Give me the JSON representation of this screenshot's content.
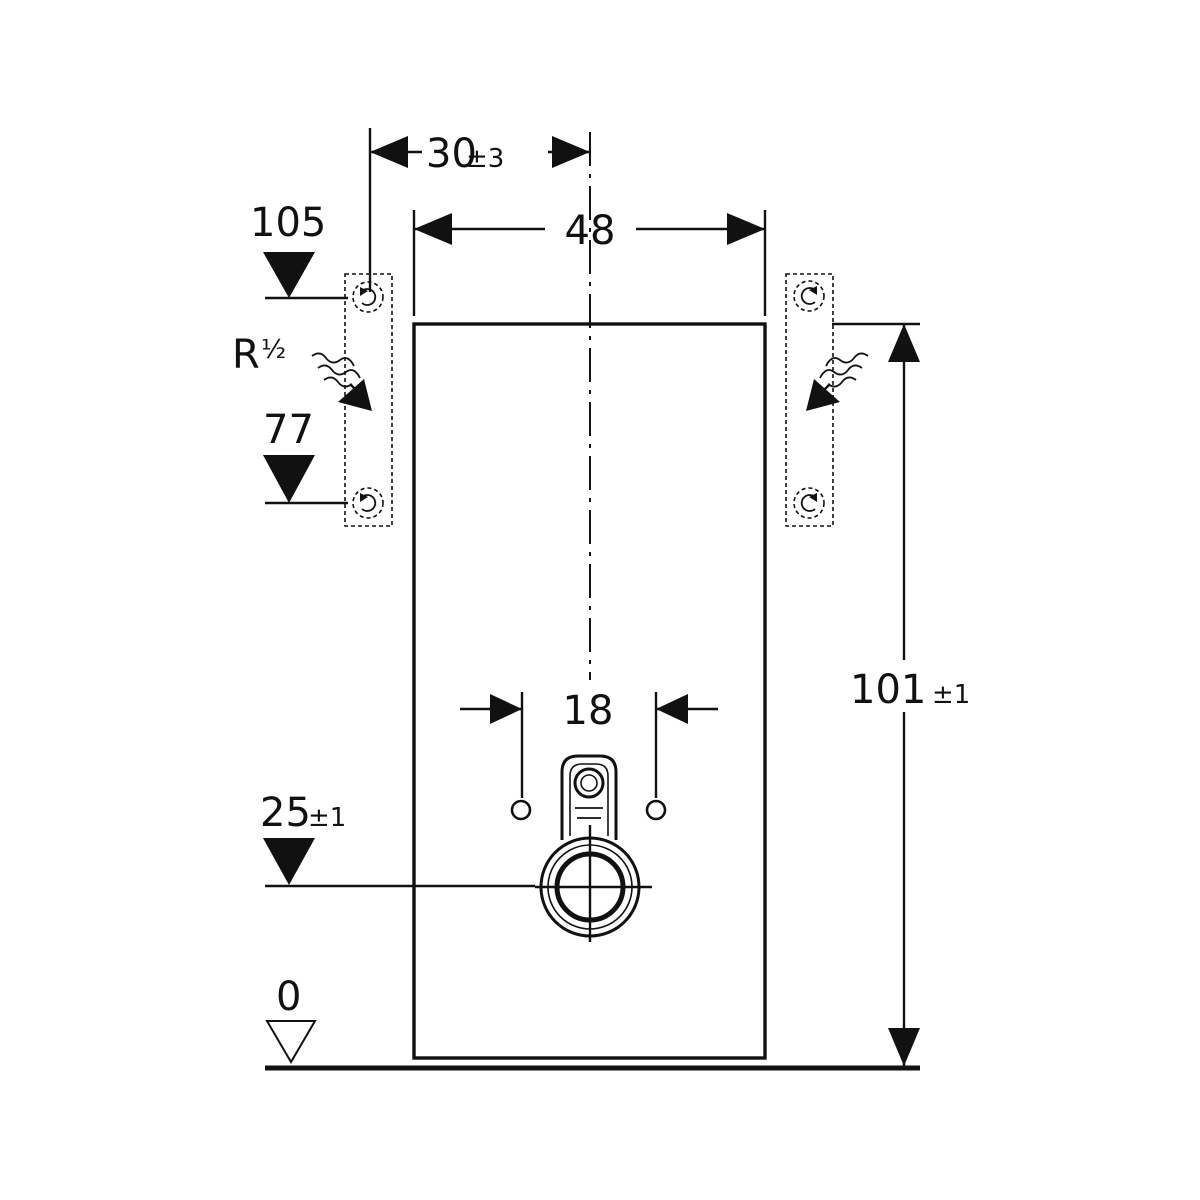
{
  "labels": {
    "offset_main": "30",
    "offset_tol": "±3",
    "width": "48",
    "height_top": "105",
    "thread": "R",
    "thread_frac": "½",
    "height_lower": "77",
    "spacing": "18",
    "height_main": "101",
    "height_tol": "±1",
    "outlet_main": "25",
    "outlet_tol": "±1",
    "floor": "0"
  }
}
